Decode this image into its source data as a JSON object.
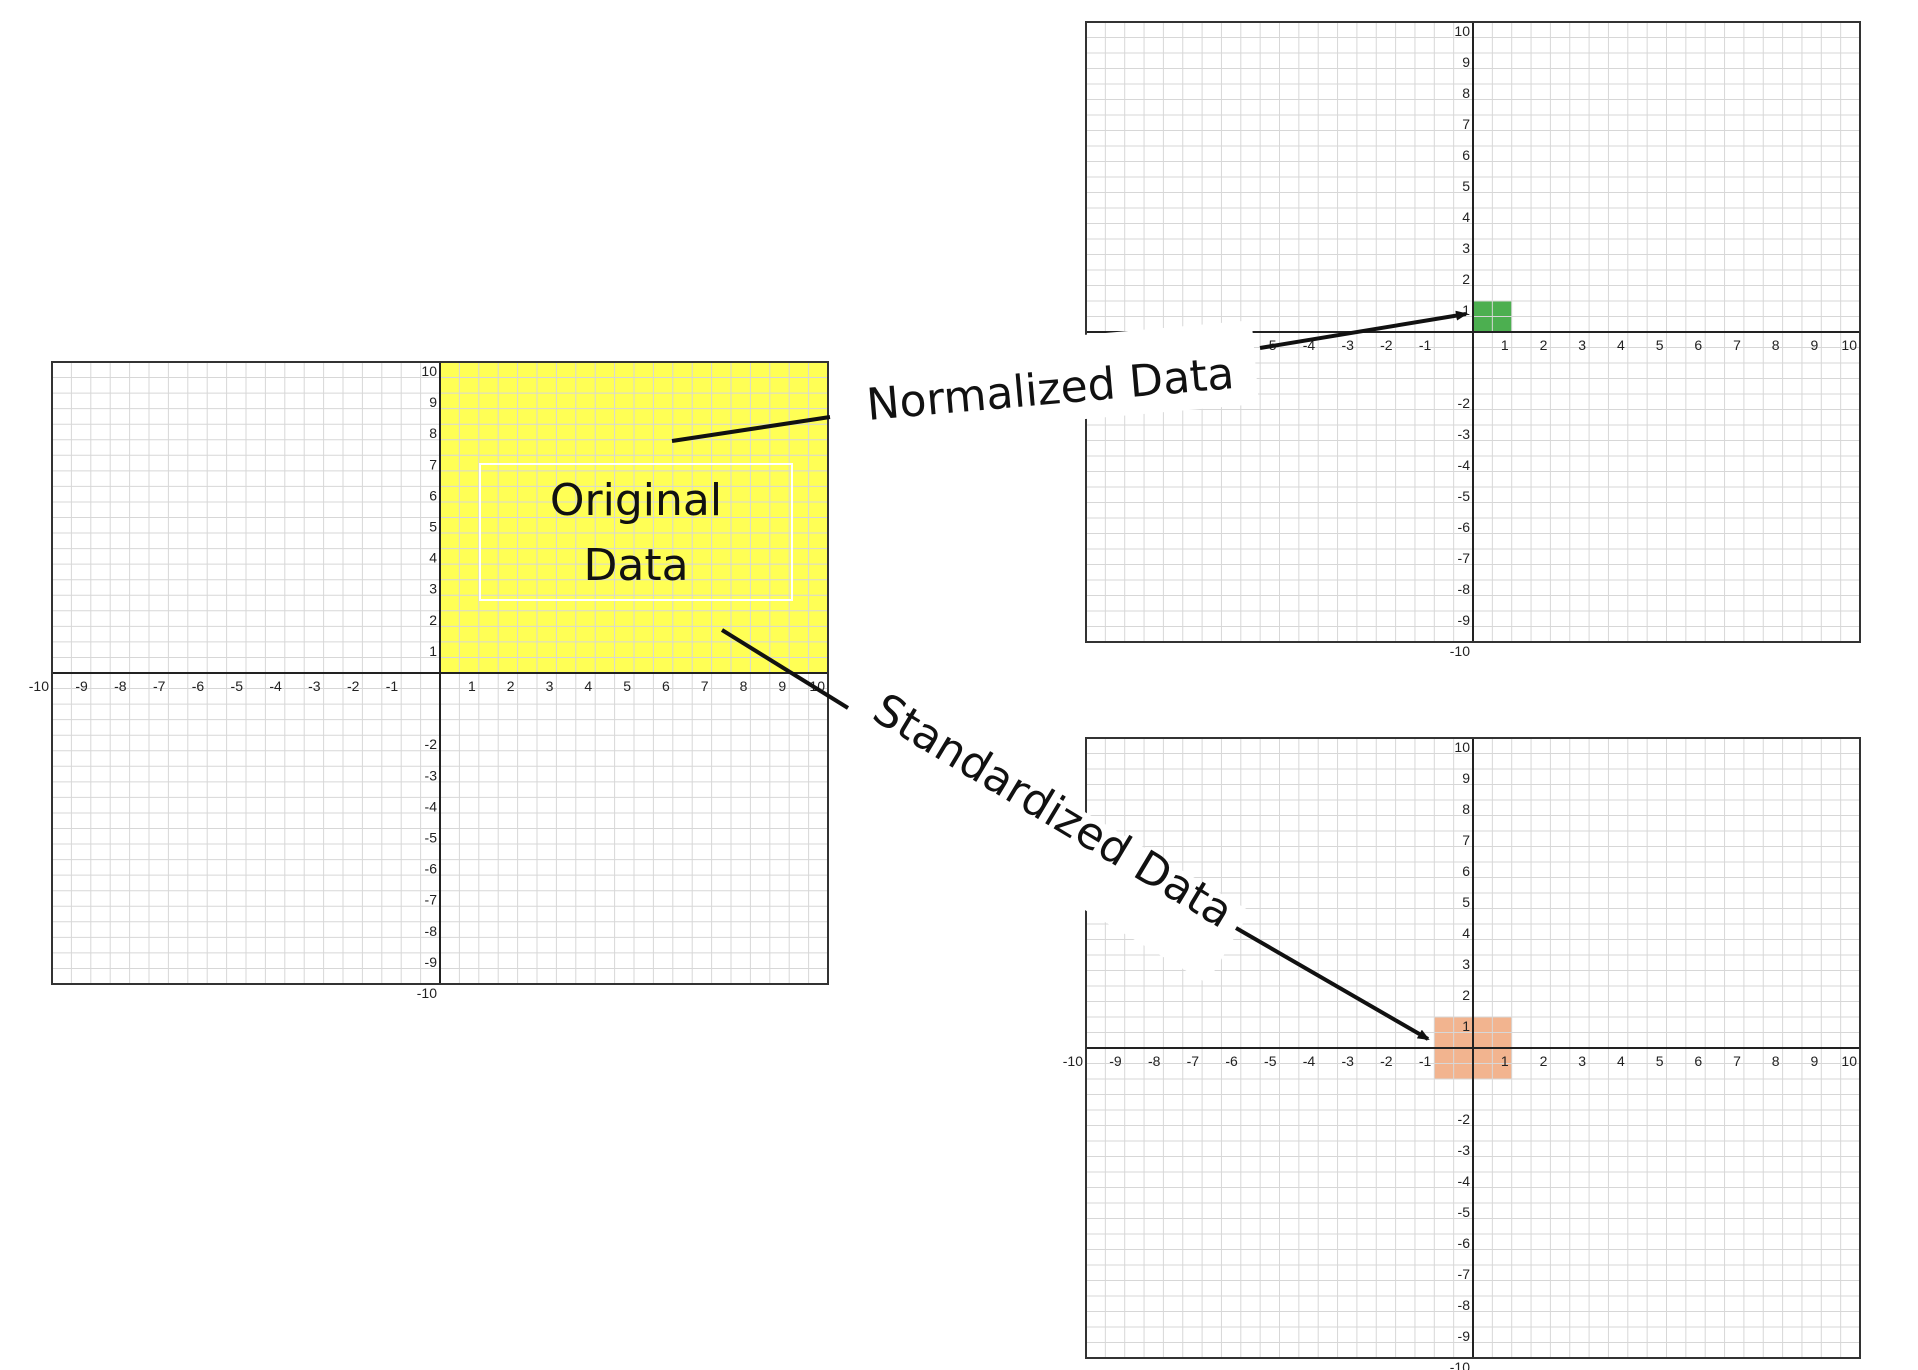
{
  "colors": {
    "grid": "#d7d7d7",
    "axis": "#222222",
    "frame": "#333333",
    "original_fill": "#ffff55",
    "normalized_fill": "#4caf50",
    "standardized_fill": "#f2b48f",
    "arrow": "#111111"
  },
  "ticks": {
    "x": [
      "-10",
      "-9",
      "-8",
      "-7",
      "-6",
      "-5",
      "-4",
      "-3",
      "-2",
      "-1",
      "1",
      "2",
      "3",
      "4",
      "5",
      "6",
      "7",
      "8",
      "9",
      "10"
    ],
    "y": [
      "10",
      "9",
      "8",
      "7",
      "6",
      "5",
      "4",
      "3",
      "2",
      "1",
      "-2",
      "-3",
      "-4",
      "-5",
      "-6",
      "-7",
      "-8",
      "-9",
      "-10"
    ]
  },
  "original_chart": {
    "label_line1": "Original",
    "label_line2": "Data",
    "region": {
      "x": [
        0,
        10
      ],
      "y": [
        0,
        10
      ]
    }
  },
  "normalized_chart": {
    "region": {
      "x": [
        0,
        1
      ],
      "y": [
        0,
        1
      ]
    }
  },
  "standardized_chart": {
    "region": {
      "x": [
        -1,
        1
      ],
      "y": [
        -1,
        1
      ]
    }
  },
  "callouts": {
    "normalized": "Normalized Data",
    "standardized": "Standardized Data"
  }
}
